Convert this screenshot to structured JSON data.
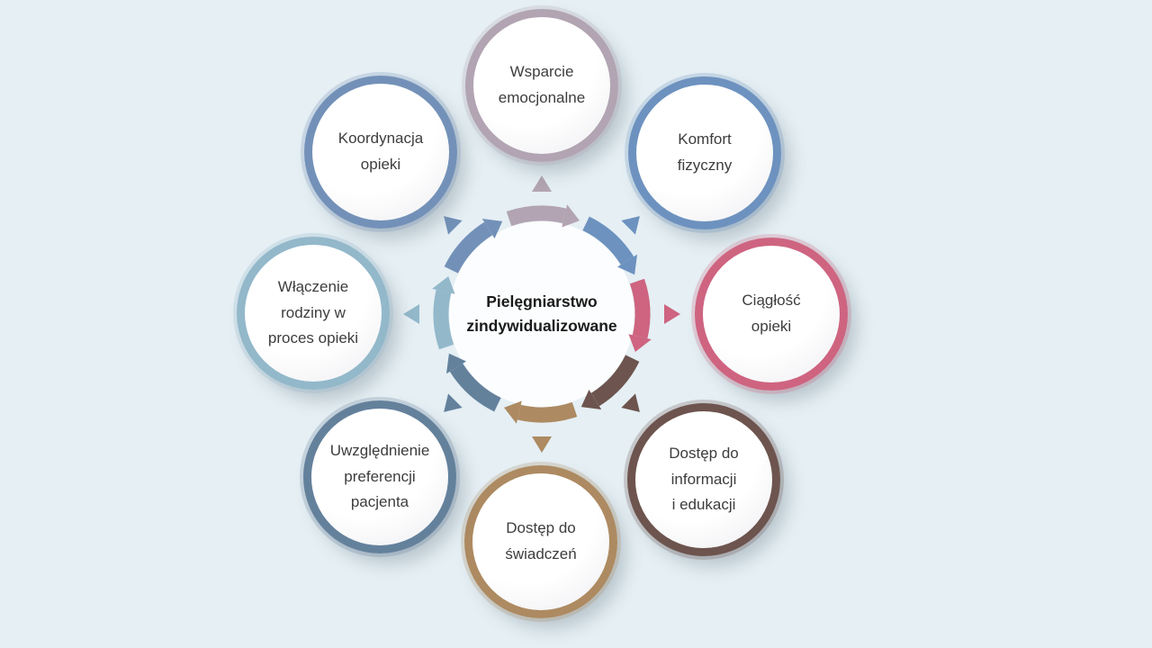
{
  "background": "#e5eff4",
  "center": {
    "label": "Pielęgniarstwo\nzindywidualizowane"
  },
  "nodes": [
    {
      "id": "wsparcie-emocjonalne",
      "label": "Wsparcie\nemocjonalne",
      "color": "#b2a4b2",
      "angle": -90
    },
    {
      "id": "komfort-fizyczny",
      "label": "Komfort\nfizyczny",
      "color": "#6d92bf",
      "angle": -45
    },
    {
      "id": "ciaglosc-opieki",
      "label": "Ciągłość\nopieki",
      "color": "#ce6480",
      "angle": 0
    },
    {
      "id": "dostep-do-informacji",
      "label": "Dostęp do\ninformacji\ni edukacji",
      "color": "#6d544e",
      "angle": 45
    },
    {
      "id": "dostep-do-swiadczen",
      "label": "Dostęp do\nświadczeń",
      "color": "#ad8a61",
      "angle": 90
    },
    {
      "id": "preferencje-pacjenta",
      "label": "Uwzględnienie\npreferencji\npacjenta",
      "color": "#64819c",
      "angle": 135
    },
    {
      "id": "wlaczenie-rodziny",
      "label": "Włączenie\nrodziny w\nproces opieki",
      "color": "#92b8ca",
      "angle": 180
    },
    {
      "id": "koordynacja-opieki",
      "label": "Koordynacja\nopieki",
      "color": "#7391b8",
      "angle": -135
    }
  ]
}
